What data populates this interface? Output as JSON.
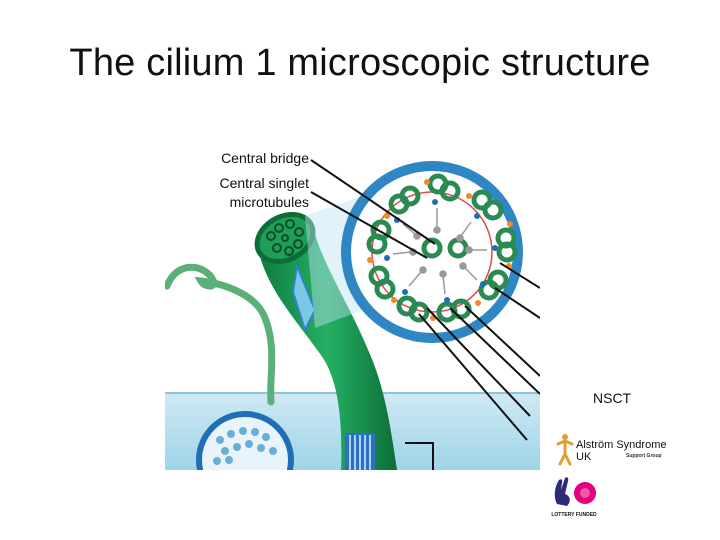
{
  "title": "The cilium 1 microscopic structure",
  "labels": {
    "central_bridge": "Central bridge",
    "central_singlet_line1": "Central singlet",
    "central_singlet_line2": "microtubules"
  },
  "caption": "NSCT",
  "logos": {
    "alstrom_name": "Alström Syndrome UK",
    "alstrom_sub": "Support Group",
    "lottery_text": "LOTTERY FUNDED"
  },
  "colors": {
    "cilium_green": "#1f9e57",
    "microtubule_ring": "#1c7a44",
    "cross_section_border": "#2f86c4",
    "membrane_blue": "#d2ebf4",
    "lottery_pink": "#e6007e"
  }
}
